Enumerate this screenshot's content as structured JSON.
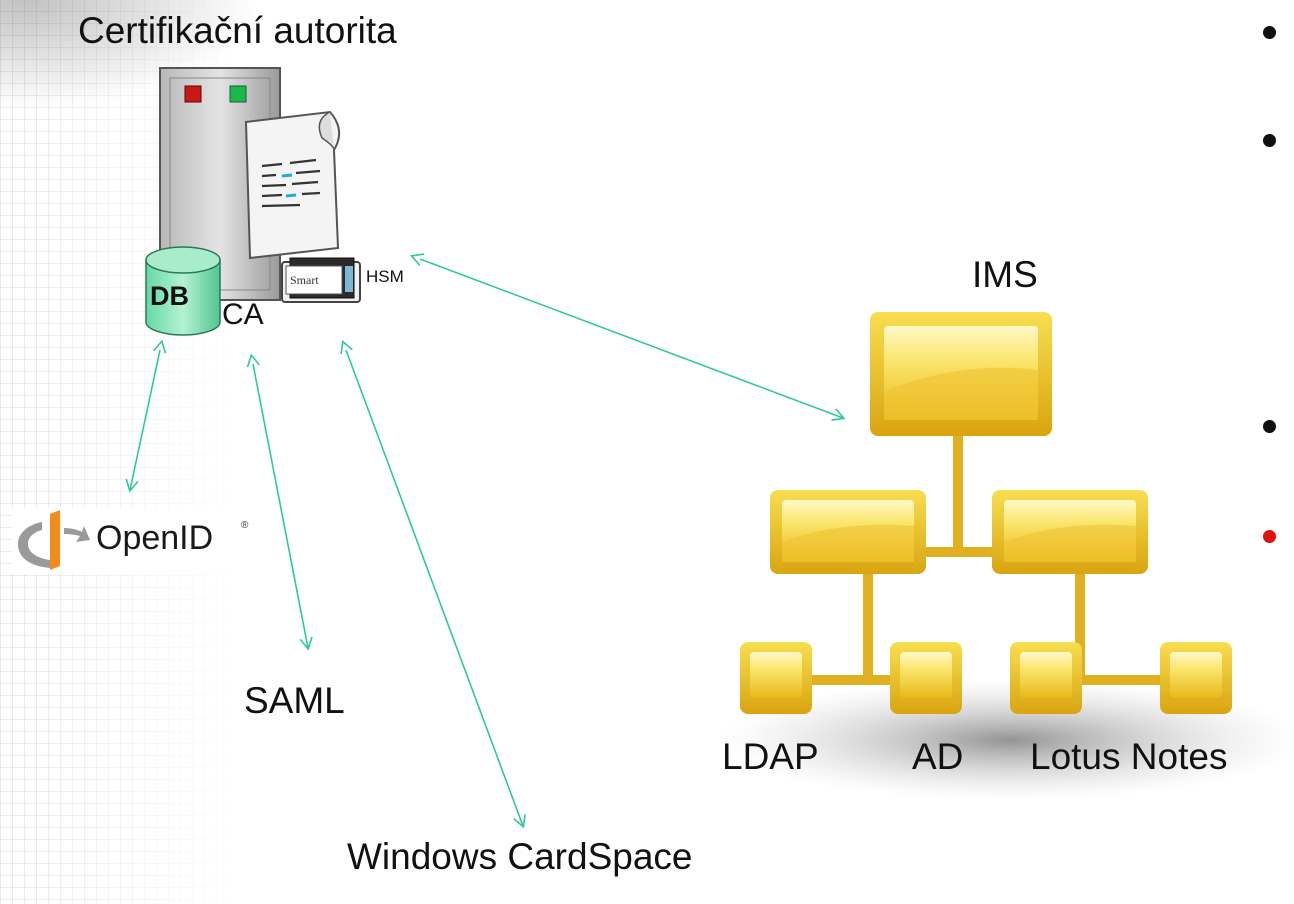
{
  "labels": {
    "ca_title": "Certifikační autorita",
    "ims": "IMS",
    "saml": "SAML",
    "cardspace": "Windows CardSpace",
    "ldap": "LDAP",
    "ad": "AD",
    "lotus": "Lotus Notes",
    "ca": "CA",
    "db": "DB",
    "hsm": "HSM",
    "smart": "Smart",
    "openid": "OpenID",
    "openid_mark": "®"
  },
  "colors": {
    "arrow": "#2ec8a0",
    "box_fill": "#f4d030",
    "bullet_black": "#111111",
    "bullet_red": "#e01010"
  }
}
